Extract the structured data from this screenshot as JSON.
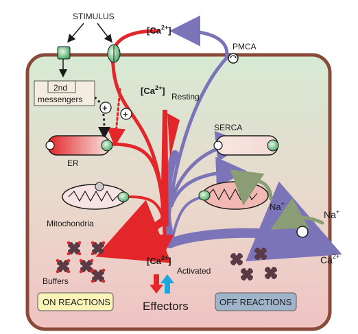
{
  "labels": {
    "stimulus": "STIMULUS",
    "ca_top": "[Ca",
    "ca_top_sup": "2+",
    "ca_top_close": "]",
    "pmca": "PMCA",
    "second": "2nd",
    "messengers": "messengers",
    "ca_rest": "[Ca",
    "ca_rest_sup": "2+",
    "ca_rest_close": "]",
    "resting": "Resting",
    "serca": "SERCA",
    "er": "ER",
    "mitochondria": "Mitochondria",
    "na_inner": "Na",
    "na_inner_sup": "+",
    "na_outer": "Na",
    "na_outer_sup": "+",
    "ca_out": "Ca",
    "ca_out_sup": "2+",
    "ca_act": "[Ca",
    "ca_act_sup": "2+",
    "ca_act_close": "]",
    "activated": "Activated",
    "buffers": "Buffers",
    "effectors": "Effectors",
    "on_reactions": "ON REACTIONS",
    "off_reactions": "OFF REACTIONS",
    "plus": "+"
  },
  "colors": {
    "cell_border": "#8a4a3a",
    "cell_top": "#dcebd6",
    "cell_bottom": "#f1c6c4",
    "on_red": "#e3262a",
    "off_purple": "#7b74b8",
    "na_green": "#8a9d74",
    "on_box": "#fbf4b8",
    "off_box": "#9fb4c9",
    "buffer_body": "#5a3a44",
    "buffer_dot": "#e3262a"
  }
}
